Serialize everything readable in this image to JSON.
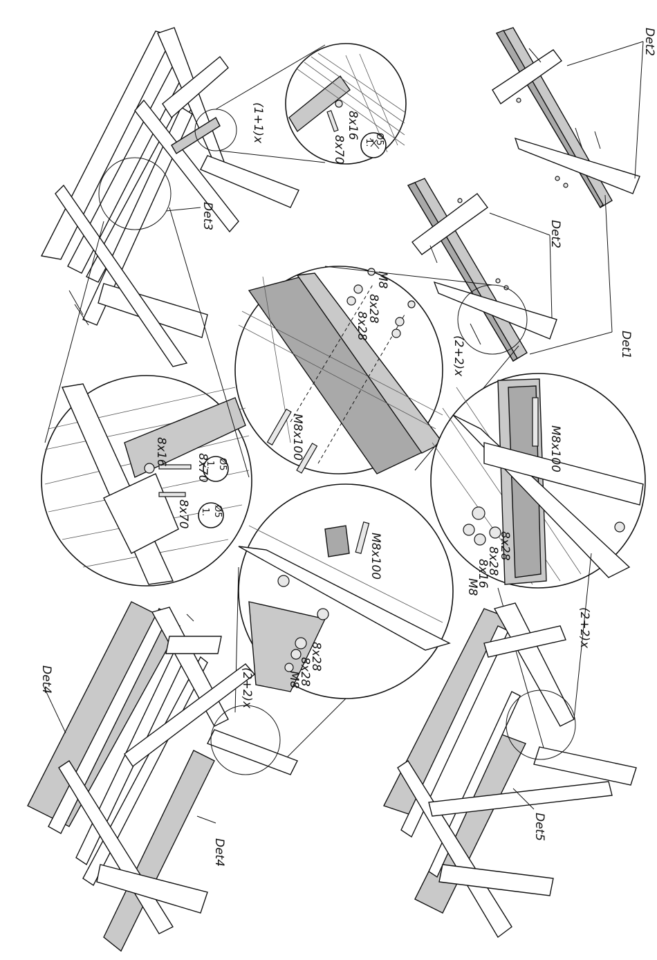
{
  "labels": {
    "det1": "Det1",
    "det2_top": "Det2",
    "det2_mid": "Det2",
    "det3": "Det3",
    "det4_top": "Det4",
    "det4_bottom": "Det4",
    "det5": "Det5",
    "qty_1_1": "(1+1)x",
    "qty_2_2_a": "(2+2)x",
    "qty_2_2_b": "(2+2)x",
    "qty_2_2_c": "(2+2)x"
  },
  "callout_top": {
    "screw_a": "8x16",
    "screw_b": "8x70",
    "drill": "Ø5",
    "step": "1."
  },
  "callout_center": {
    "nut": "M8",
    "washer_a": "8x28",
    "washer_b": "8x28",
    "bolt": "M8x100"
  },
  "callout_left": {
    "screw_a": "8x16",
    "screw_b": "8x70",
    "screw_c": "8x70",
    "drill_a": "Ø5",
    "drill_b": "Ø5",
    "step_a": "1.",
    "step_b": "1."
  },
  "callout_right": {
    "bolt": "M8x100",
    "washer_a": "8x28",
    "washer_b": "8x28",
    "washer_c": "8x16",
    "nut": "M8"
  },
  "callout_lower": {
    "bolt": "M8x100",
    "washer_a": "8x28",
    "washer_b": "8x28",
    "nut": "M8"
  }
}
